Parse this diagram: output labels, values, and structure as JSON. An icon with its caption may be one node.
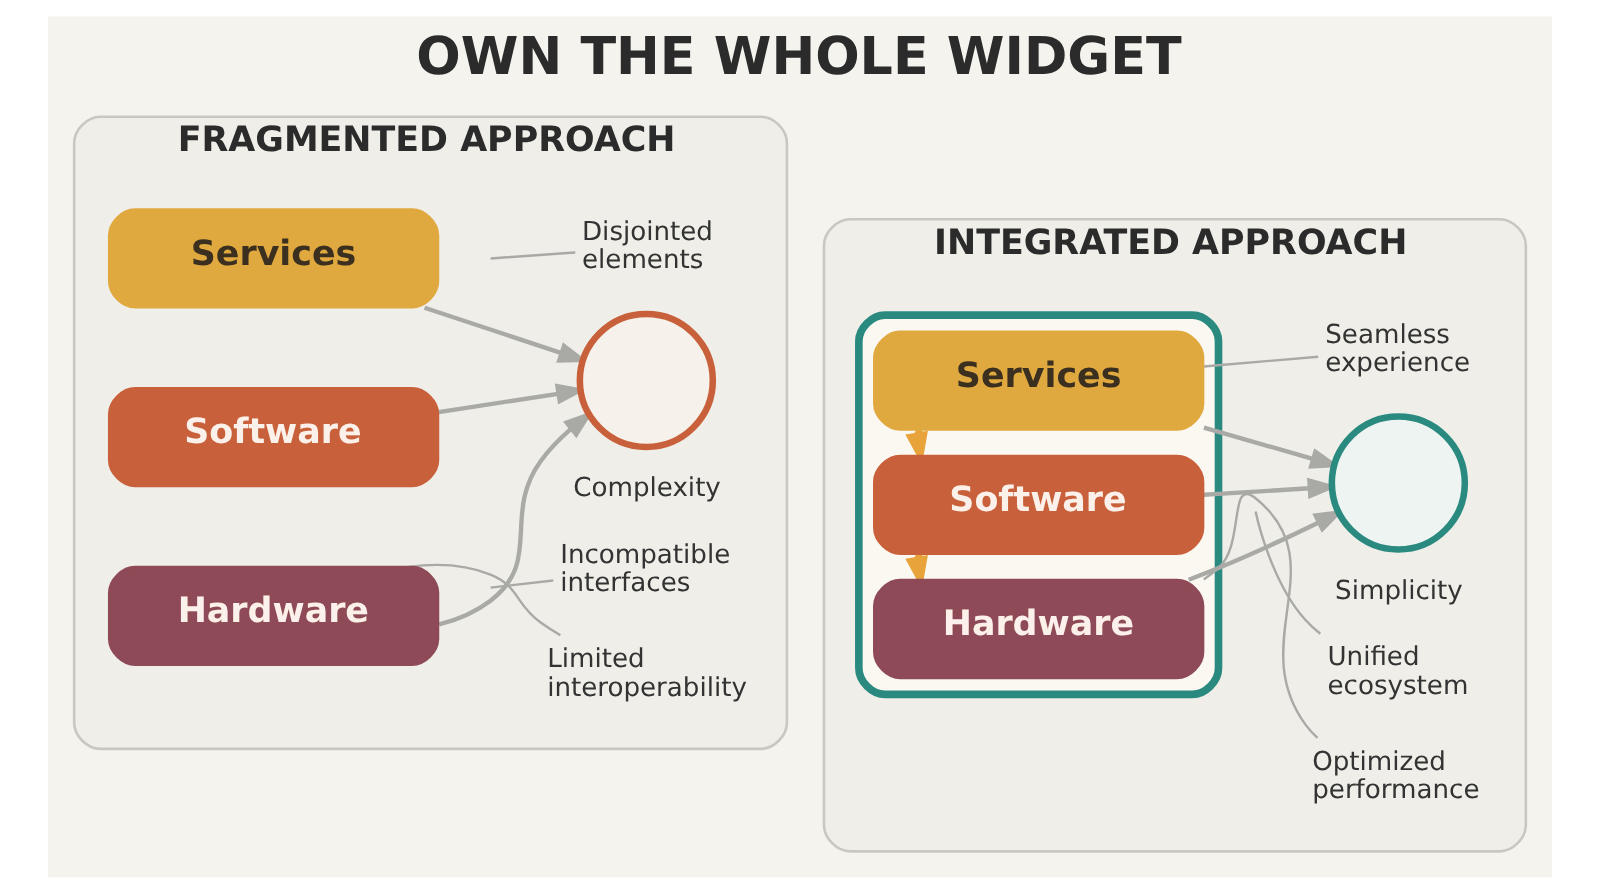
{
  "diagram": {
    "title": "OWN THE WHOLE WIDGET",
    "nodes": [
      {
        "text": [
          "FRAGMENTED APPROACH"
        ]
      },
      {
        "text": [
          "Services"
        ],
        "in": 0
      },
      {
        "text": [
          "Software"
        ],
        "in": 0
      },
      {
        "text": [
          "Hardware"
        ],
        "in": 0
      },
      {
        "text": [],
        "shape": "circle",
        "beside": [
          "Complexity"
        ],
        "in": 0
      },
      {
        "text": [
          "Disjointed elements"
        ],
        "in": 0
      },
      {
        "text": [
          "Incompatible interfaces"
        ],
        "in": 0
      },
      {
        "text": [
          "Limited interoperability"
        ],
        "in": 0
      },
      {
        "text": [
          "INTEGRATED APPROACH"
        ]
      },
      {
        "text": [],
        "shape": "box",
        "in": 8
      },
      {
        "text": [
          "Services"
        ],
        "in": 9
      },
      {
        "text": [
          "Software"
        ],
        "in": 9
      },
      {
        "text": [
          "Hardware"
        ],
        "in": 9
      },
      {
        "text": [],
        "shape": "circle",
        "beside": [
          "Simplicity"
        ],
        "in": 8
      },
      {
        "text": [
          "Seamless experience"
        ],
        "in": 8
      },
      {
        "text": [
          "Unified ecosystem"
        ],
        "in": 8
      },
      {
        "text": [
          "Optimized performance"
        ],
        "in": 8
      }
    ],
    "edges": [
      {
        "from": 1,
        "to": 4,
        "arrow": "to"
      },
      {
        "from": 2,
        "to": 4,
        "arrow": "to"
      },
      {
        "from": 3,
        "to": 4,
        "arrow": "to"
      },
      {
        "from": 5,
        "to": null,
        "arrow": "none"
      },
      {
        "from": 6,
        "to": null,
        "arrow": "none"
      },
      {
        "from": 7,
        "to": 3,
        "arrow": "none"
      },
      {
        "from": 10,
        "to": 11,
        "arrow": "to",
        "color": "#e8a33a"
      },
      {
        "from": 11,
        "to": 12,
        "arrow": "to",
        "color": "#e8a33a"
      },
      {
        "from": 10,
        "to": 13,
        "arrow": "to"
      },
      {
        "from": 11,
        "to": 13,
        "arrow": "to"
      },
      {
        "from": 12,
        "to": 13,
        "arrow": "to"
      },
      {
        "from": 14,
        "to": 10,
        "arrow": "none"
      },
      {
        "from": 15,
        "to": null,
        "arrow": "none"
      },
      {
        "from": 16,
        "to": 12,
        "arrow": "none"
      }
    ]
  }
}
